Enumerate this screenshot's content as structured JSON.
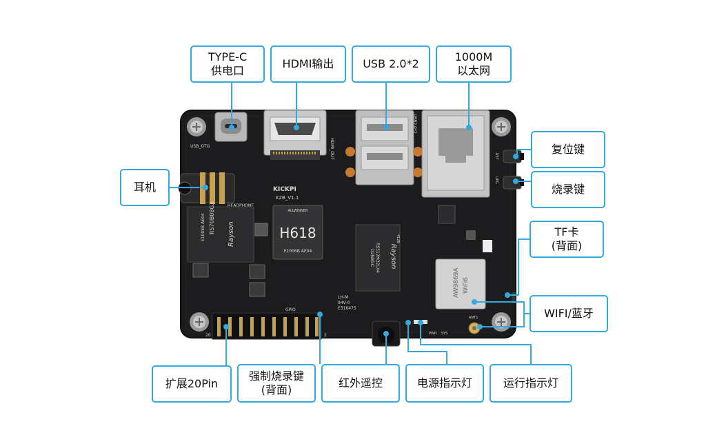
{
  "callouts": {
    "typec": "TYPE-C\n供电口",
    "hdmi": "HDMI输出",
    "usb": "USB 2.0*2",
    "ethernet": "1000M\n以太网",
    "reset": "复位键",
    "flash": "烧录键",
    "earphone": "耳机",
    "tf": "TF卡\n(背面)",
    "wifi": "WIFI/蓝牙",
    "gpio": "扩展20Pin",
    "force_flash": "强制烧录键\n(背面)",
    "ir": "红外遥控",
    "power_led": "电源指示灯",
    "run_led": "运行指示灯"
  },
  "board": {
    "model": "KICKPI",
    "version": "K2B_V1.1",
    "soc_brand": "ALLWINNER",
    "soc": "H618",
    "soc_code": "E1006B  AE04",
    "ram_brand": "Rayson",
    "ram_part": "RS512M32LX4",
    "ram_sub": "D2NBGC",
    "ram_code": "4128",
    "emmc_part": "RS70B08G3",
    "emmc_code": "E1008B  AE04",
    "emmc_brand": "Rayson",
    "wifi_module": "AW9869A",
    "wifi_label": "WiFi6",
    "pcb_mark1": "LH-M",
    "pcb_mark2": "94V-0",
    "pcb_mark3": "E316475",
    "label_usb_otg": "USB_OTG",
    "label_hdmi_out": "HDMI_OUT",
    "label_usb2": "USB2.0*2",
    "label_headphone": "HEADPHONE",
    "label_gpio": "GPIO",
    "label_pwr": "PWR",
    "label_sys": "SYS",
    "label_ant": "ANT1",
    "label_rst": "RST",
    "label_upg": "UPG",
    "pin_left": "20",
    "pin_right": "2"
  }
}
